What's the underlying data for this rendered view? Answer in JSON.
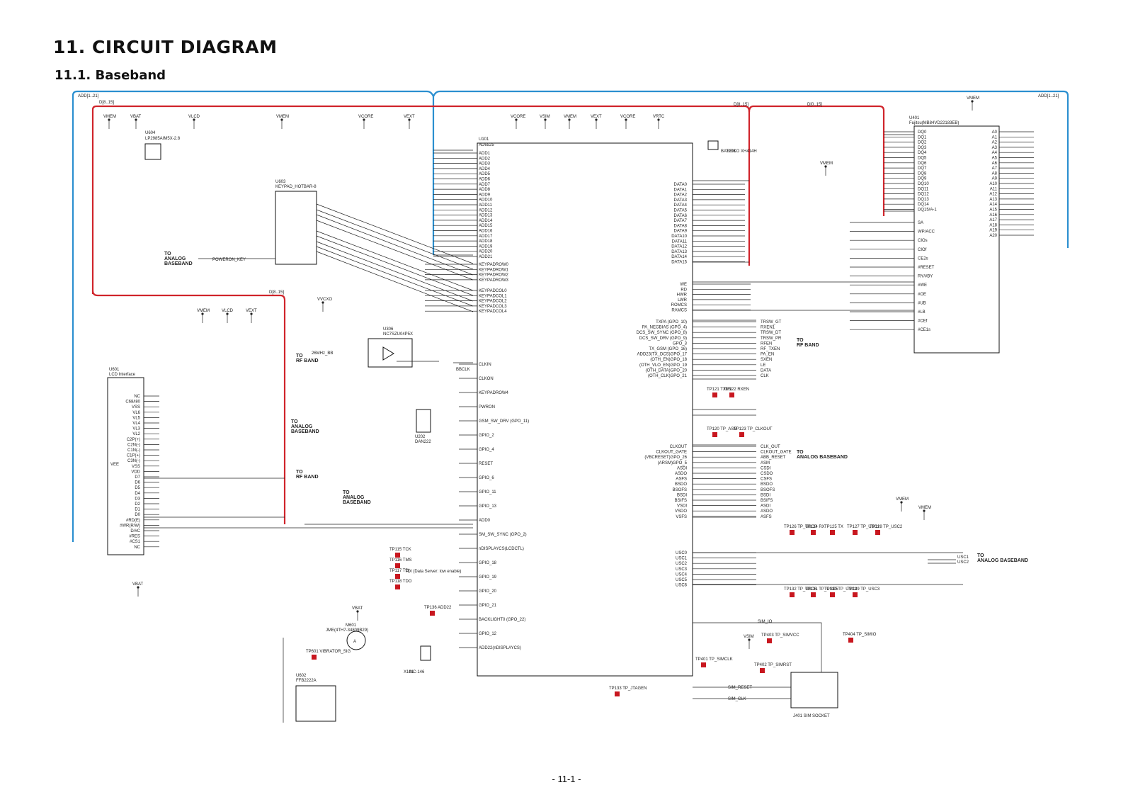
{
  "heading": "11. CIRCUIT DIAGRAM",
  "subheading": "11.1. Baseband",
  "footer": "- 11-1 -",
  "colors": {
    "data_bus": "#d0242b",
    "address_bus": "#2b8fd0",
    "test_point": "#c8171f"
  },
  "buses": {
    "address": "ADD[1..21]",
    "data_1": "D[8..15]",
    "data_2": "D[0..15]",
    "data_3": "D[8..15]"
  },
  "components": [
    {
      "ref": "U101",
      "part": "AD6525"
    },
    {
      "ref": "U401",
      "part": "Fujitsu(MB84VD22183EB)"
    },
    {
      "ref": "U601",
      "part": "LCD Interface"
    },
    {
      "ref": "U603",
      "part": "KEYPAD_HOTBAR-8"
    },
    {
      "ref": "U604",
      "part": "LP2985AIM5X-2.8"
    },
    {
      "ref": "U306",
      "part": "NC7SZU04P5X"
    },
    {
      "ref": "U202",
      "part": "DAN222"
    },
    {
      "ref": "U602",
      "part": "FFB2222A"
    },
    {
      "ref": "M601",
      "part": "JME(4TH7-34809B29)"
    },
    {
      "ref": "J401",
      "part": "SIM SOCKET"
    },
    {
      "ref": "BAT101",
      "part": "SEIKO XH414H"
    },
    {
      "ref": "X101",
      "part": "MC-146"
    }
  ],
  "power_nets": [
    "VMEM",
    "VBAT",
    "VLCD",
    "VCORE",
    "VEXT",
    "VSIM",
    "VRTC",
    "VVCXO"
  ],
  "section_labels": [
    {
      "id": "analog_baseband_1",
      "lines": [
        "TO",
        "ANALOG",
        "BASEBAND"
      ]
    },
    {
      "id": "rf_band_1",
      "lines": [
        "TO",
        "RF BAND"
      ]
    },
    {
      "id": "analog_baseband_2",
      "lines": [
        "TO",
        "ANALOG",
        "BASEBAND"
      ]
    },
    {
      "id": "rf_band_2",
      "lines": [
        "TO",
        "RF BAND"
      ]
    },
    {
      "id": "analog_baseband_3",
      "lines": [
        "TO",
        "ANALOG",
        "BASEBAND"
      ]
    },
    {
      "id": "rf_band_3",
      "lines": [
        "TO",
        "RF BAND"
      ]
    },
    {
      "id": "analog_baseband_4",
      "lines": [
        "TO",
        "ANALOG BASEBAND"
      ]
    },
    {
      "id": "analog_baseband_5",
      "lines": [
        "TO",
        "ANALOG BASEBAND"
      ]
    }
  ],
  "u101": {
    "address_pins": [
      "ADD1",
      "ADD2",
      "ADD3",
      "ADD4",
      "ADD5",
      "ADD6",
      "ADD7",
      "ADD8",
      "ADD9",
      "ADD10",
      "ADD11",
      "ADD12",
      "ADD13",
      "ADD14",
      "ADD15",
      "ADD16",
      "ADD17",
      "ADD18",
      "ADD19",
      "ADD20",
      "ADD21"
    ],
    "keypad_pins": [
      "KEYPADROW0",
      "KEYPADROW1",
      "KEYPADROW2",
      "KEYPADROW3",
      "KEYPADCOL0",
      "KEYPADCOL1",
      "KEYPADCOL2",
      "KEYPADCOL3",
      "KEYPADCOL4"
    ],
    "data_pins": [
      "DATA0",
      "DATA1",
      "DATA2",
      "DATA3",
      "DATA4",
      "DATA5",
      "DATA6",
      "DATA7",
      "DATA8",
      "DATA9",
      "DATA10",
      "DATA11",
      "DATA12",
      "DATA13",
      "DATA14",
      "DATA15"
    ],
    "control_pins": [
      "WE",
      "RD",
      "HWR",
      "LWR",
      "ROMCS",
      "RAMCS"
    ],
    "rf_pins": [
      "TXPA (GPO_10)",
      "PA_NEGBIAS (GPO_4)",
      "DCS_SW_SYNC (GPO_8)",
      "DCS_SW_DRV (GPO_9)",
      "GPO_3",
      "TX_GSM (GPO_16)",
      "ADD23(TX_DCS)GPO_17",
      "(OTH_EN)GPO_18",
      "(OTH_VLO_EN)GPO_19",
      "(OTH_DATA)GPO_20",
      "(OTH_CLK)GPO_21"
    ],
    "rf_nets": [
      "TRSW_GT",
      "RXEN1",
      "TRSW_DT",
      "TRSW_PR",
      "RFEN",
      "RF_TXEN",
      "PA_EN",
      "SXEN",
      "LE",
      "DATA",
      "CLK"
    ],
    "left_pins": [
      "CLKIN",
      "CLKON",
      "KEYPADROW4",
      "PWRON",
      "GSM_SW_DRV (GPO_11)",
      "GPIO_2",
      "GPIO_4",
      "RESET",
      "GPIO_6",
      "GPIO_11",
      "GPIO_13",
      "ADD0",
      "SM_SW_SYNC (GPO_2)",
      "nDISPLAYCS(LCDCTL)",
      "GPIO_18",
      "GPIO_19",
      "GPIO_20",
      "GPIO_21",
      "BACKLIGHT0 (GPO_22)",
      "GPIO_12",
      "ADD22(nDISPLAYCS)"
    ],
    "usc_pins": [
      "USC0",
      "USC1",
      "USC2",
      "USC3",
      "USC4",
      "USC5",
      "USC6"
    ],
    "analog_pins": [
      "CLKOUT",
      "CLKOUT_GATE",
      "(VBCRESET)GPO_26",
      "(ARSM)GPO_5",
      "ASDI",
      "ASDO",
      "ASFS",
      "BSDO",
      "BSOFS",
      "BSDI",
      "BSIFS",
      "VSDI",
      "VSDO",
      "VSFS"
    ],
    "analog_nets": [
      "CLK_OUT",
      "CLKOUT_GATE",
      "ABB_RESET",
      "ASM",
      "CSDI",
      "CSDO",
      "CSFS",
      "BSDO",
      "BSOFS",
      "BSDI",
      "BSIFS",
      "ASDI",
      "ASDO",
      "ASFS"
    ]
  },
  "u401": {
    "dq_pins": [
      "DQ0",
      "DQ1",
      "DQ2",
      "DQ3",
      "DQ4",
      "DQ5",
      "DQ6",
      "DQ7",
      "DQ8",
      "DQ9",
      "DQ10",
      "DQ11",
      "DQ12",
      "DQ13",
      "DQ14",
      "DQ15/A-1"
    ],
    "a_pins": [
      "A0",
      "A1",
      "A2",
      "A3",
      "A4",
      "A5",
      "A6",
      "A7",
      "A8",
      "A9",
      "A10",
      "A11",
      "A12",
      "A13",
      "A14",
      "A15",
      "A16",
      "A17",
      "A18",
      "A19",
      "A20"
    ],
    "control_pins": [
      "SA",
      "WP/ACC",
      "CIOs",
      "CIOf",
      "CE2s",
      "#RESET",
      "RY/#BY",
      "#WE",
      "#OE",
      "#UB",
      "#LB",
      "#CEf",
      "#CE1s"
    ]
  },
  "u601_pins": [
    "NC",
    "C68/i80",
    "VSS",
    "VL6",
    "VL5",
    "VL4",
    "VL3",
    "VL2",
    "C2P(+)",
    "C2N(-)",
    "C1N(-)",
    "C1P(+)",
    "C3N(-)",
    "VSS",
    "VDD",
    "D7",
    "D6",
    "D5",
    "D4",
    "D3",
    "D2",
    "D1",
    "D0",
    "#RD(E)",
    "#WR(R/W)",
    "D/#C",
    "#RES",
    "#CS1",
    "NC",
    "VEE"
  ],
  "test_points": [
    "TP121 TXEN",
    "TP122 RXEN",
    "TP120 TP_ASM",
    "TP123 TP_CLKOUT",
    "TP126 TP_USC0",
    "TP124 RX",
    "TP125 TX",
    "TP127 TP_USC1",
    "TP128 TP_USC2",
    "TP132 TP_USC6",
    "TP131 TP_USC5",
    "TP130 TP_USC4",
    "TP129 TP_USC3",
    "TP115 TCK",
    "TP116 TMS",
    "TP117 TDI",
    "TP118 TDO",
    "TP136 ADD22",
    "TP601 VIBRATOR_SIG",
    "TP133 TP_JTAGEN",
    "TP401 TP_SIMCLK",
    "TP402 TP_SIMRST",
    "TP403 TP_SIMVCC",
    "TP404 TP_SIMIO"
  ],
  "misc_labels": {
    "power_on_key": "POWERON_KEY",
    "sim_socket": "J401 SIM SOCKET",
    "clock": "26MHz_BB",
    "bbclk": "BBCLK",
    "tdi_note": "TDI (Data Server: low enable)",
    "sim_reset": "SIM_RESET",
    "sim_clk": "SIM_CLK",
    "sim_io": "SIM_IO",
    "usc1_out": "USC1",
    "usc2_out": "USC2"
  }
}
